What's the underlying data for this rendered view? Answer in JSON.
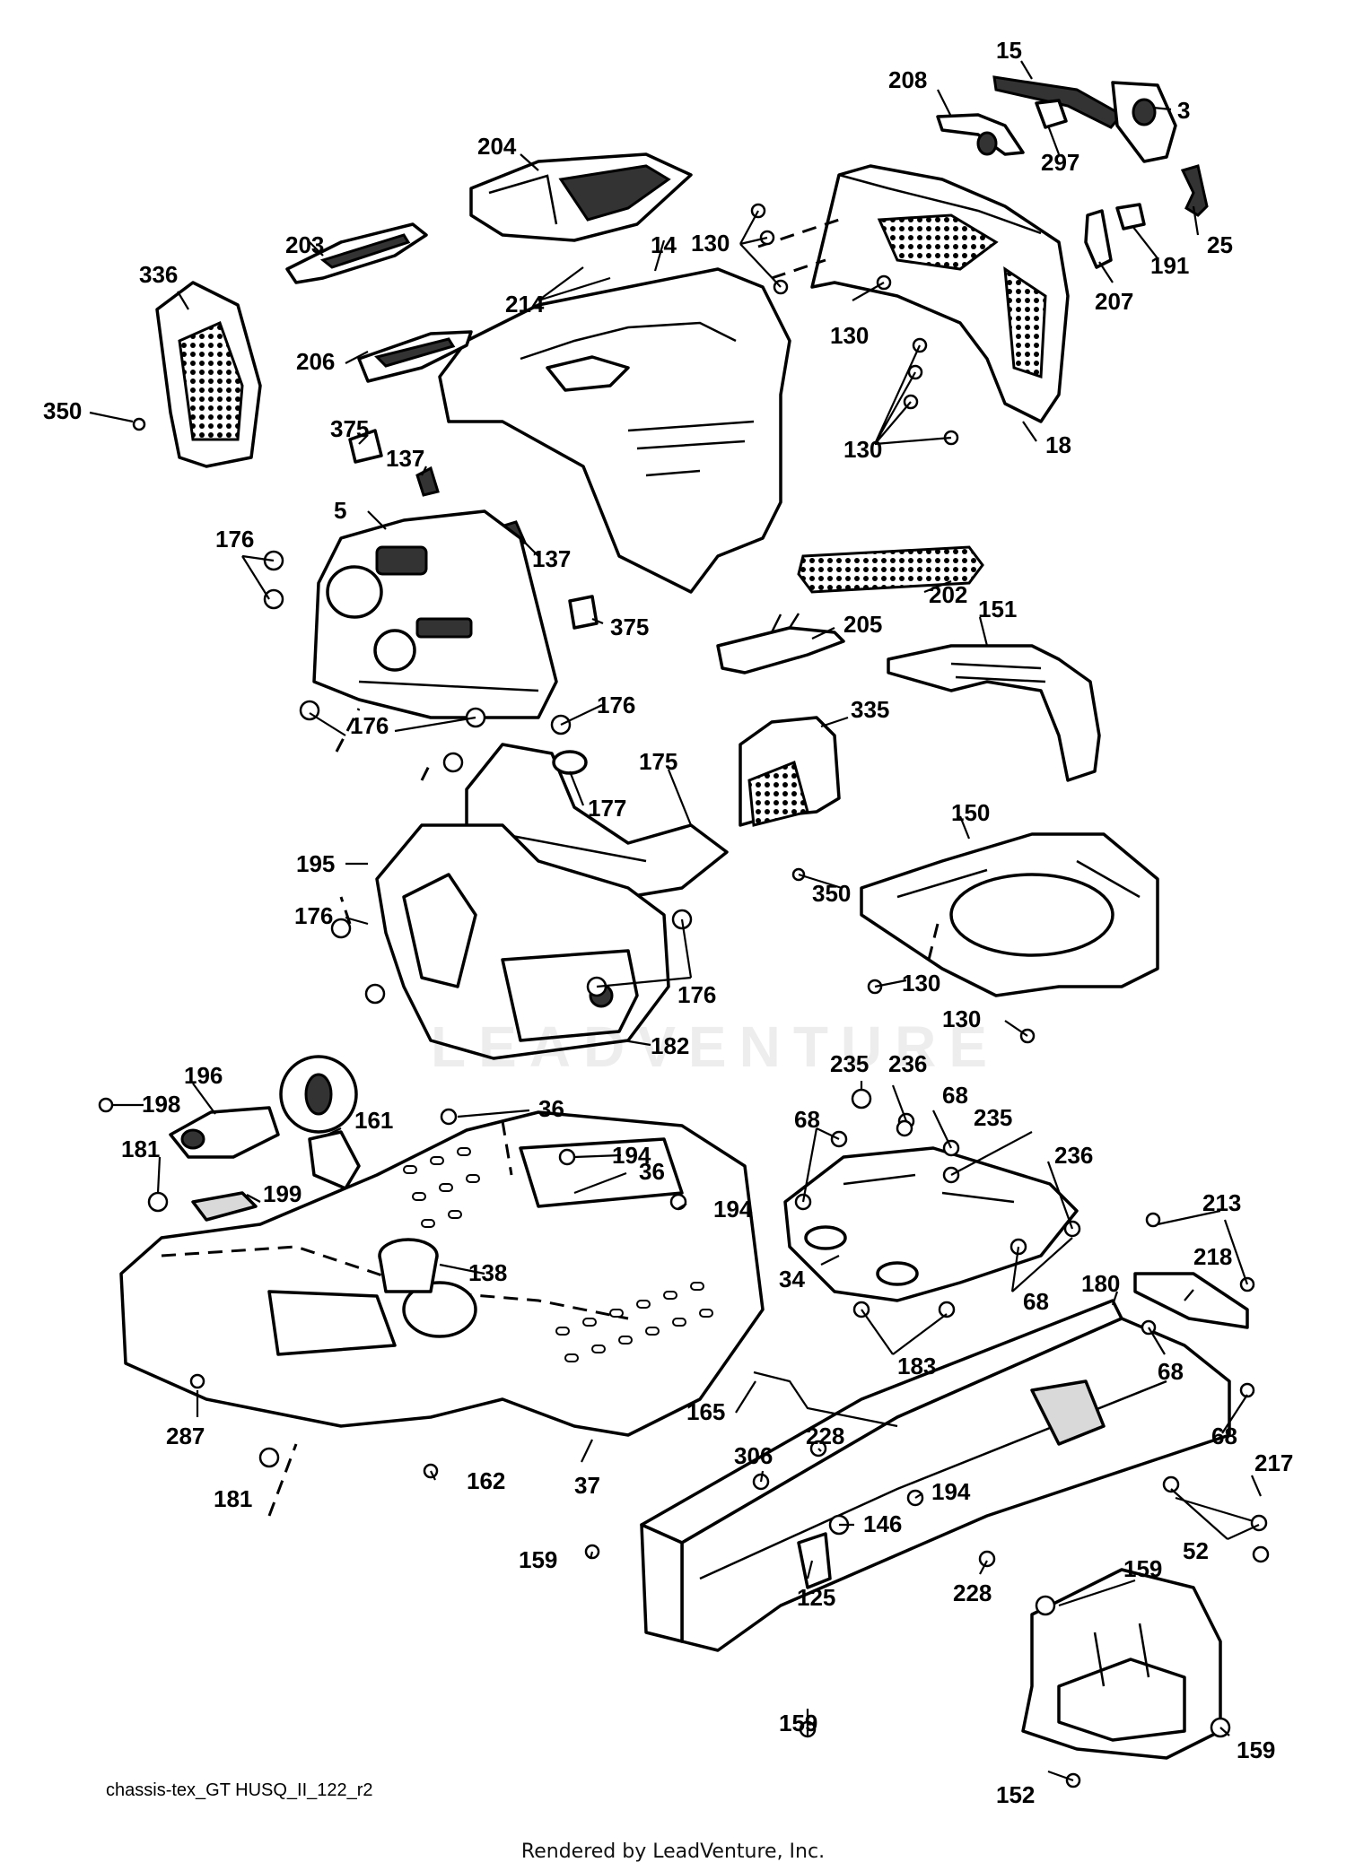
{
  "diagram": {
    "caption": "chassis-tex_GT HUSQ_II_122_r2",
    "credit": "Rendered by LeadVenture, Inc.",
    "watermark": "LEADVENTURE"
  },
  "callouts": [
    "15",
    "3",
    "208",
    "297",
    "25",
    "191",
    "207",
    "204",
    "14",
    "130",
    "18",
    "203",
    "214",
    "336",
    "206",
    "350",
    "375",
    "137",
    "5",
    "176",
    "202",
    "151",
    "205",
    "335",
    "175",
    "177",
    "150",
    "195",
    "182",
    "196",
    "198",
    "161",
    "181",
    "199",
    "36",
    "194",
    "138",
    "287",
    "162",
    "37",
    "235",
    "236",
    "68",
    "34",
    "183",
    "213",
    "218",
    "180",
    "165",
    "228",
    "306",
    "146",
    "125",
    "159",
    "217",
    "52",
    "152"
  ]
}
